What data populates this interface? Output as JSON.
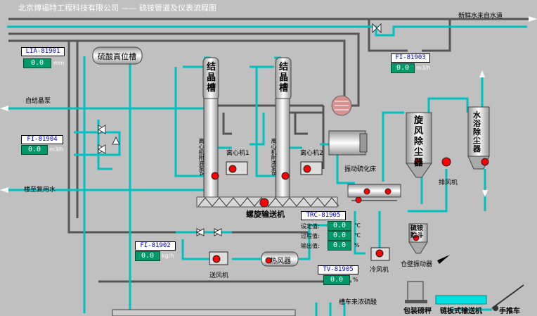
{
  "title": "北京博福特工程科技有限公司 —— 硫铵管道及仪表流程图",
  "labels": {
    "fresh_water": "新鲜水来自水道",
    "to_crystal_pump": "自结晶泵",
    "to_reuse_water": "楼至复用水",
    "acid_tank": "硫酸高位槽",
    "cryst_tank": "结晶槽",
    "centrifuge1": "离心机1",
    "centrifuge2": "离心机2",
    "centrifuge_feed_a": "离心机附液泵A",
    "centrifuge_feed_b": "离心机附液泵B",
    "screw_conveyor": "螺旋输送机",
    "vib_dryer": "振动硫化床",
    "cyclone": "旋风除尘器",
    "exhaust_fan": "排风机",
    "water_scrubber": "水浴除尘器",
    "storage_hopper": "硫铵贮斗",
    "bin_vibrator": "仓壁振动器",
    "blower": "送风机",
    "heater": "热风器",
    "cool_fan": "冷风机",
    "tank_car_acid": "槽车来浓硫酸",
    "bag_scale": "包装磅秤",
    "chain_conveyor": "链板式输送机",
    "hand_cart": "手推车"
  },
  "instruments": {
    "lia81901": {
      "tag": "LIA-81901",
      "value": "0.0",
      "unit": "mm"
    },
    "fi81903": {
      "tag": "FI-81903",
      "value": "0.0",
      "unit": "m3/h"
    },
    "fi81904": {
      "tag": "FI-81904",
      "value": "0.0",
      "unit": "m3/h"
    },
    "fi81902": {
      "tag": "FI-81902",
      "value": "0.0",
      "unit": "kg/h"
    },
    "trc81905": {
      "tag": "TRC-81905",
      "setpoint_label": "设定值:",
      "setpoint": "0.0",
      "process_label": "过程值:",
      "process": "0.0",
      "output_label": "输出值:",
      "output": "0.0",
      "unit_c1": "℃",
      "unit_c2": "℃",
      "unit_pct": "%"
    },
    "tv81905": {
      "tag": "TV-81905",
      "value": "0.0",
      "unit": "%"
    }
  },
  "colors": {
    "background": "#c0c0c0",
    "pipe_process": "#00c0c0",
    "pipe_utility": "#555555",
    "pump_running": "#ff0000",
    "value_bg": "#009a6a"
  }
}
